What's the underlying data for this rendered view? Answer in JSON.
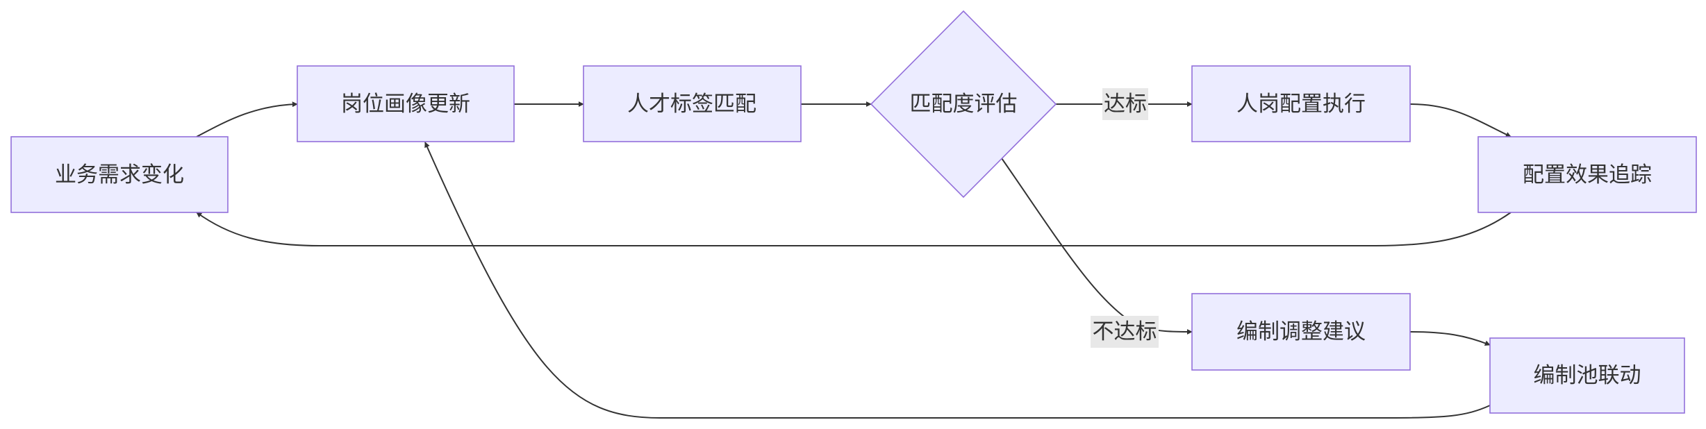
{
  "diagram": {
    "type": "flowchart",
    "colors": {
      "node_fill": "#ececff",
      "node_stroke": "#9370db",
      "edge": "#333333",
      "text": "#333333",
      "edge_label_bg": "#e8e8e8"
    },
    "nodes": {
      "business": "业务需求变化",
      "profile": "岗位画像更新",
      "match": "人才标签匹配",
      "eval": "匹配度评估",
      "exec": "人岗配置执行",
      "track": "配置效果追踪",
      "adjust": "编制调整建议",
      "pool": "编制池联动"
    },
    "edge_labels": {
      "pass": "达标",
      "fail": "不达标"
    },
    "edges": [
      {
        "from": "business",
        "to": "profile"
      },
      {
        "from": "profile",
        "to": "match"
      },
      {
        "from": "match",
        "to": "eval"
      },
      {
        "from": "eval",
        "to": "exec",
        "label": "pass"
      },
      {
        "from": "eval",
        "to": "adjust",
        "label": "fail"
      },
      {
        "from": "exec",
        "to": "track"
      },
      {
        "from": "track",
        "to": "business"
      },
      {
        "from": "adjust",
        "to": "pool"
      },
      {
        "from": "pool",
        "to": "profile"
      }
    ]
  }
}
